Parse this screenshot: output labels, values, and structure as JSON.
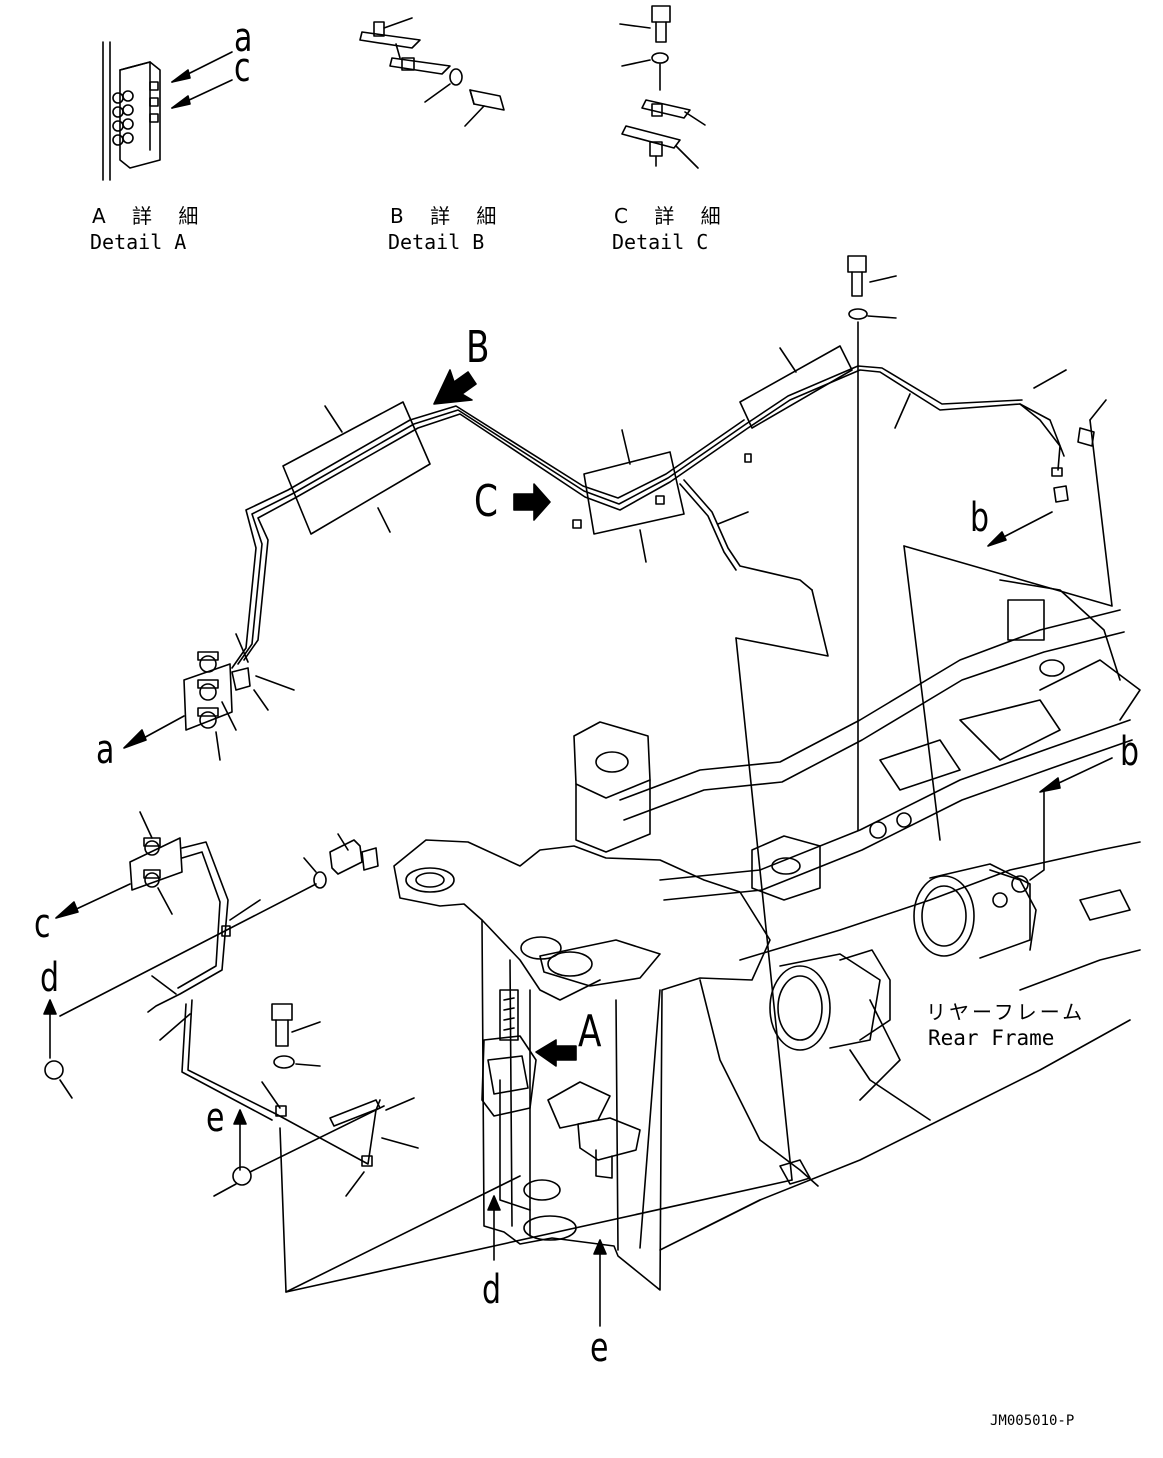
{
  "details": {
    "a": {
      "title_jp": "A 詳 細",
      "title_en": "Detail A"
    },
    "b": {
      "title_jp": "B 詳 細",
      "title_en": "Detail B"
    },
    "c": {
      "title_jp": "C 詳 細",
      "title_en": "Detail C"
    }
  },
  "callouts": {
    "a_top": "a",
    "c_top": "c",
    "B_view": "B",
    "C_view": "C",
    "A_view": "A",
    "b_upper": "b",
    "b_right": "b",
    "a_left": "a",
    "c_left": "c",
    "d_left": "d",
    "e_left": "e",
    "d_bottom": "d",
    "e_bottom": "e"
  },
  "frame_label": {
    "jp": "リヤーフレーム",
    "en": "Rear Frame"
  },
  "drawing_code": "JM005010-P",
  "colors": {
    "line": "#000000",
    "background": "#ffffff"
  }
}
